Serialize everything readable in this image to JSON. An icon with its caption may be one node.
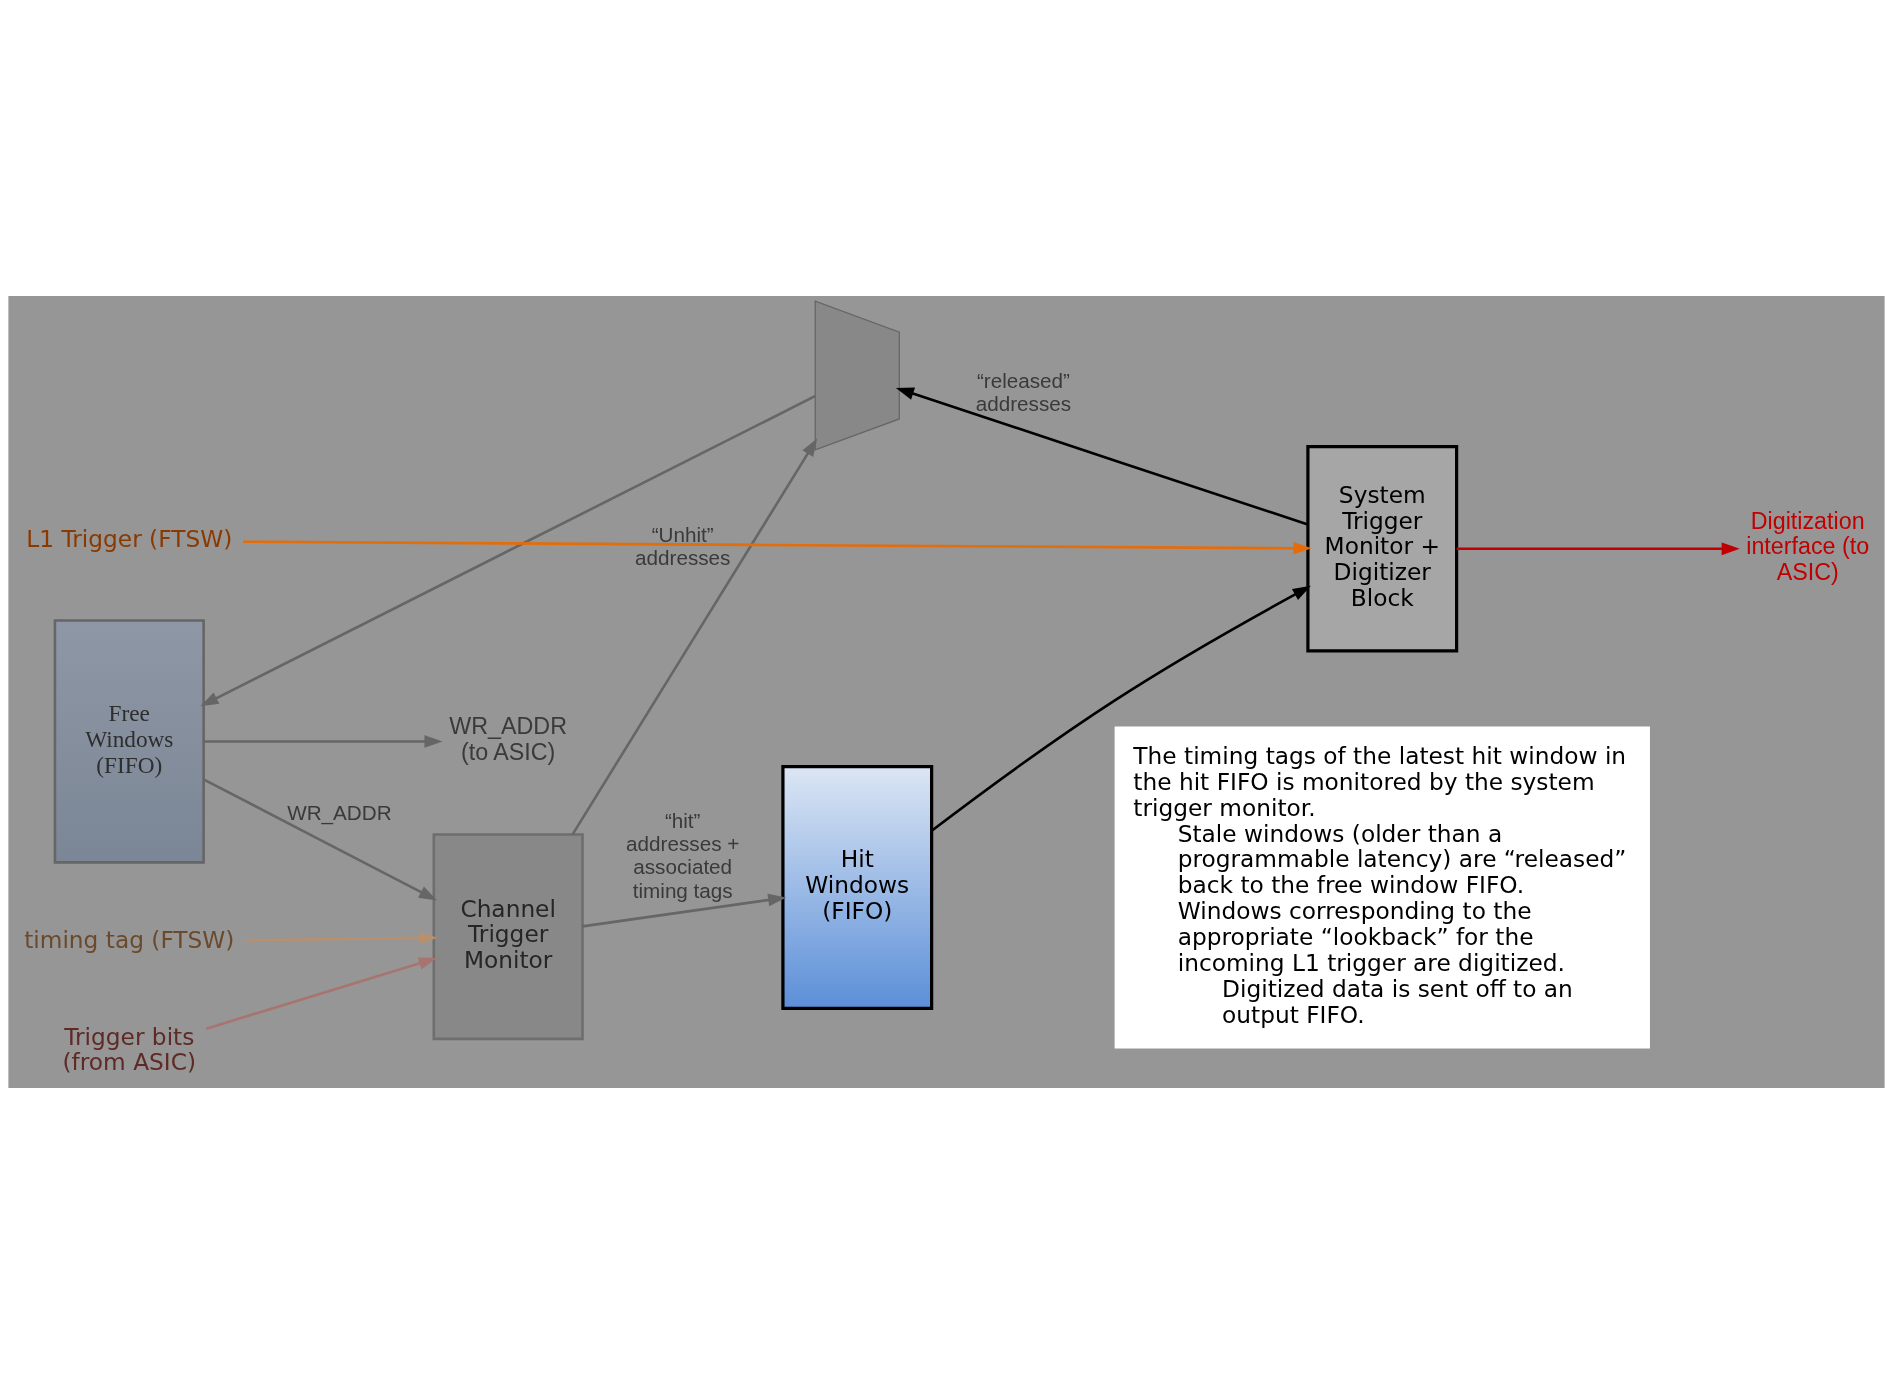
{
  "diagram": {
    "nodes": [
      {
        "text": [],
        "shape": "trapezoid"
      },
      {
        "text": [
          "Free Windows (FIFO)"
        ]
      },
      {
        "text": [
          "Channel Trigger Monitor"
        ]
      },
      {
        "text": [
          "Hit Windows (FIFO)"
        ]
      },
      {
        "text": [
          "System Trigger Monitor + Digitizer Block"
        ]
      },
      {
        "text": [
          "The timing tags of the latest hit window in the hit FIFO is monitored by the system trigger monitor.",
          "Stale windows (older than a programmable latency) are “released” back to the free window FIFO.",
          "Windows corresponding to the appropriate “lookback” for the incoming L1 trigger are digitized.",
          "Digitized data is sent off to an output FIFO."
        ]
      },
      {
        "text": [
          "timing tag (FTSW)"
        ]
      },
      {
        "text": [
          "Trigger bits (from ASIC)"
        ]
      },
      {
        "text": [
          "WR_ADDR (to ASIC)"
        ]
      },
      {
        "text": [
          "L1 Trigger (FTSW)"
        ]
      },
      {
        "text": [
          "Digitization interface (to ASIC)"
        ]
      }
    ],
    "edges": [
      {
        "from": 0,
        "to": 1,
        "arrow": "to"
      },
      {
        "from": 1,
        "to": 2,
        "arrow": "to",
        "label": "WR_ADDR"
      },
      {
        "from": 1,
        "to": 8,
        "arrow": "to"
      },
      {
        "from": 2,
        "to": 0,
        "arrow": "to",
        "label": "“Unhit” addresses"
      },
      {
        "from": 2,
        "to": 3,
        "arrow": "to",
        "label": "“hit” addresses + associated timing tags"
      },
      {
        "from": 6,
        "to": 2,
        "arrow": "to",
        "color": "#b8906e"
      },
      {
        "from": 7,
        "to": 2,
        "arrow": "to",
        "color": "#a87470"
      },
      {
        "from": 3,
        "to": 4,
        "arrow": "to",
        "color": "#000000"
      },
      {
        "from": 4,
        "to": 0,
        "arrow": "to",
        "label": "“released” addresses",
        "color": "#000000"
      },
      {
        "from": 9,
        "to": 4,
        "arrow": "to",
        "color": "#e46c0a"
      },
      {
        "from": 4,
        "to": 10,
        "arrow": "to",
        "color": "#c00000"
      }
    ]
  }
}
